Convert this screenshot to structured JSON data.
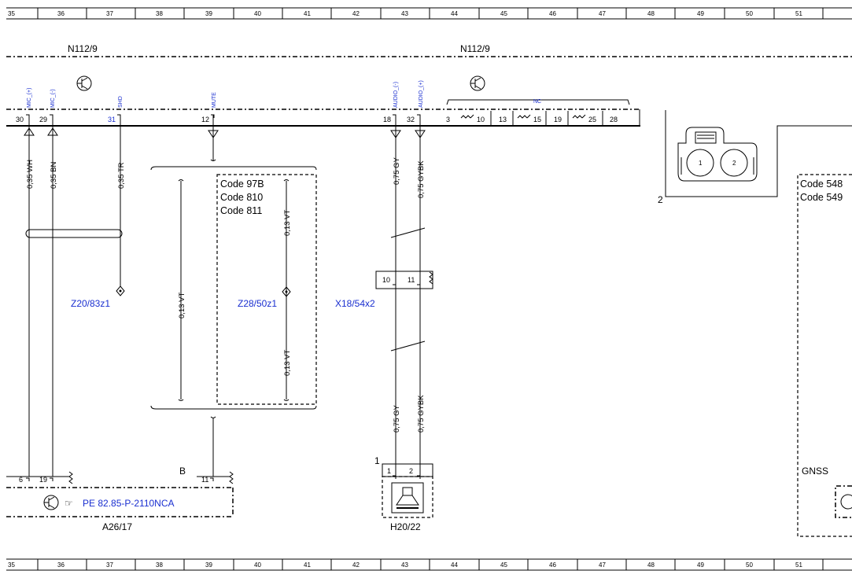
{
  "grid_columns": [
    "35",
    "36",
    "37",
    "38",
    "39",
    "40",
    "41",
    "42",
    "43",
    "44",
    "45",
    "46",
    "47",
    "48",
    "49",
    "50",
    "51"
  ],
  "components": {
    "n112_left": "N112/9",
    "n112_right": "N112/9",
    "a26": "A26/17",
    "h20": "H20/22",
    "x18": "X18/54x2",
    "z20": "Z20/83z1",
    "z28": "Z28/50z1",
    "pe_ref": "PE 82.85-P-2110NCA",
    "gnss": "GNSS",
    "conn_num": "2",
    "h20_num": "1",
    "a26_b": "B"
  },
  "signals": {
    "mic_plus": "MIC_(+)",
    "mic_minus": "MIC_(-)",
    "shd": "SHD",
    "mute": "MUTE",
    "audio_minus": "AUDIO_(-)",
    "audio_plus": "AUDIO_(+)",
    "nc": "NC"
  },
  "pins_top": {
    "p30": "30",
    "p29": "29",
    "p31": "31",
    "p12": "12",
    "p18": "18",
    "p32": "32",
    "p3": "3",
    "p10": "10",
    "p13": "13",
    "p15": "15",
    "p19": "19",
    "p25": "25",
    "p28": "28"
  },
  "wires": {
    "w_wh": "0,35 WH",
    "w_bn": "0,35 BN",
    "w_tr": "0,35 TR",
    "w_vt_a": "0,13 VT",
    "w_vt_b": "0,13 VT",
    "w_vt_c": "0,13 VT",
    "w_gy_top": "0,75 GY",
    "w_gybk_top": "0,75 GYBK",
    "w_gy_bot": "0,75 GY",
    "w_gybk_bot": "0,75 GYBK"
  },
  "codes_box": {
    "c1": "Code 97B",
    "c2": "Code 810",
    "c3": "Code 811"
  },
  "codes_right": {
    "c1": "Code 548",
    "c2": "Code 549"
  },
  "x18_pins": {
    "a": "10",
    "b": "11"
  },
  "a26_pins": {
    "a": "6",
    "b": "19",
    "c": "11"
  },
  "h20_pins": {
    "a": "1",
    "b": "2"
  },
  "conn_pins": {
    "a": "1",
    "b": "2"
  }
}
